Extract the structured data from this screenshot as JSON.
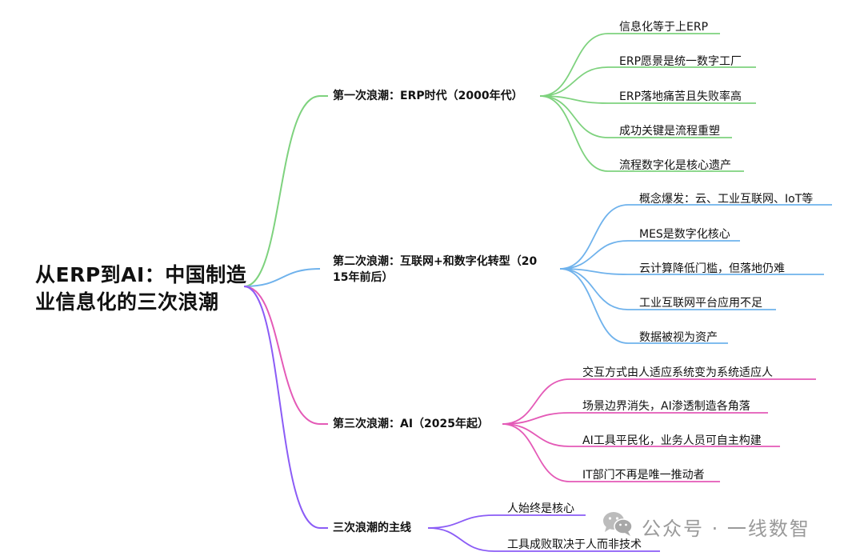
{
  "title": "从ERP到AI：中国制造业信息化的三次浪潮",
  "branches": [
    {
      "label": "第一次浪潮：ERP时代（2000年代）",
      "color": "#7ed27e",
      "children": [
        "信息化等于上ERP",
        "ERP愿景是统一数字工厂",
        "ERP落地痛苦且失败率高",
        "成功关键是流程重塑",
        "流程数字化是核心遗产"
      ]
    },
    {
      "label_lines": [
        "第二次浪潮：互联网+和数字化转型（20",
        "15年前后）"
      ],
      "color": "#6fb2ec",
      "children": [
        "概念爆发：云、工业互联网、IoT等",
        "MES是数字化核心",
        "云计算降低门槛，但落地仍难",
        "工业互联网平台应用不足",
        "数据被视为资产"
      ]
    },
    {
      "label": "第三次浪潮：AI（2025年起）",
      "color": "#e45ab7",
      "children": [
        "交互方式由人适应系统变为系统适应人",
        "场景边界消失，AI渗透制造各角落",
        "AI工具平民化，业务人员可自主构建",
        "IT部门不再是唯一推动者"
      ]
    },
    {
      "label": "三次浪潮的主线",
      "color": "#8b5cf6",
      "children": [
        "人始终是核心",
        "工具成败取决于人而非技术"
      ]
    }
  ],
  "watermark": {
    "text": "公众号 · 一线数智",
    "icon": "wechat-icon"
  }
}
